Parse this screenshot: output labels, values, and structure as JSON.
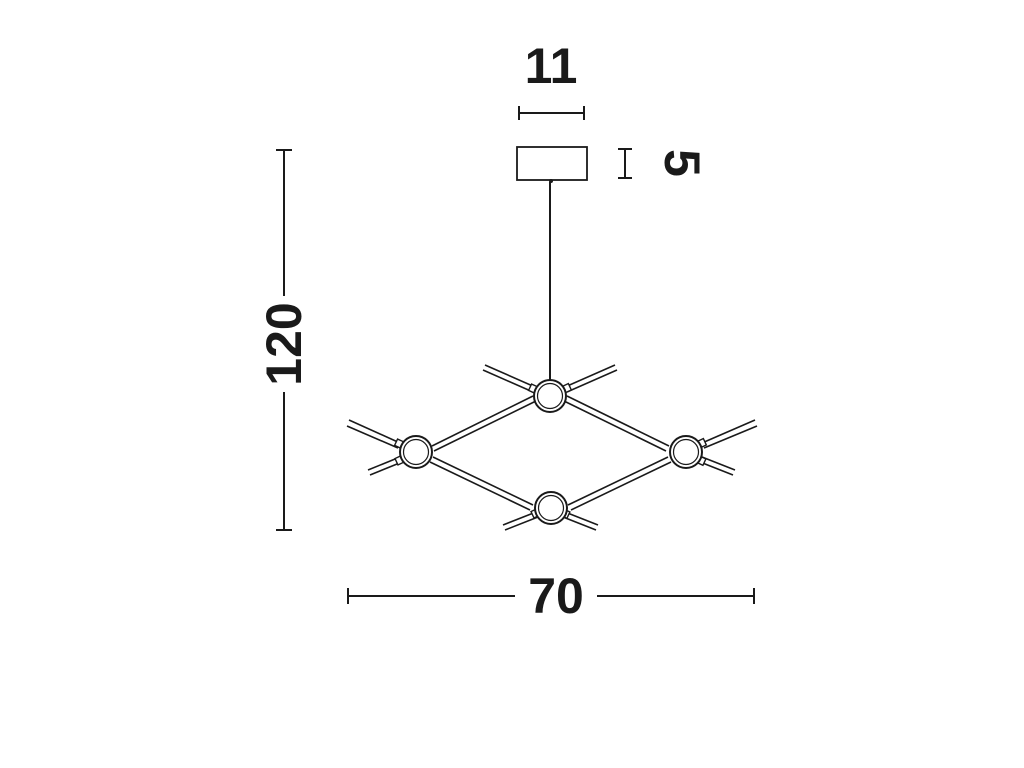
{
  "dimensions": {
    "top_width": "11",
    "canopy_height": "5",
    "total_height": "120",
    "total_width": "70"
  }
}
